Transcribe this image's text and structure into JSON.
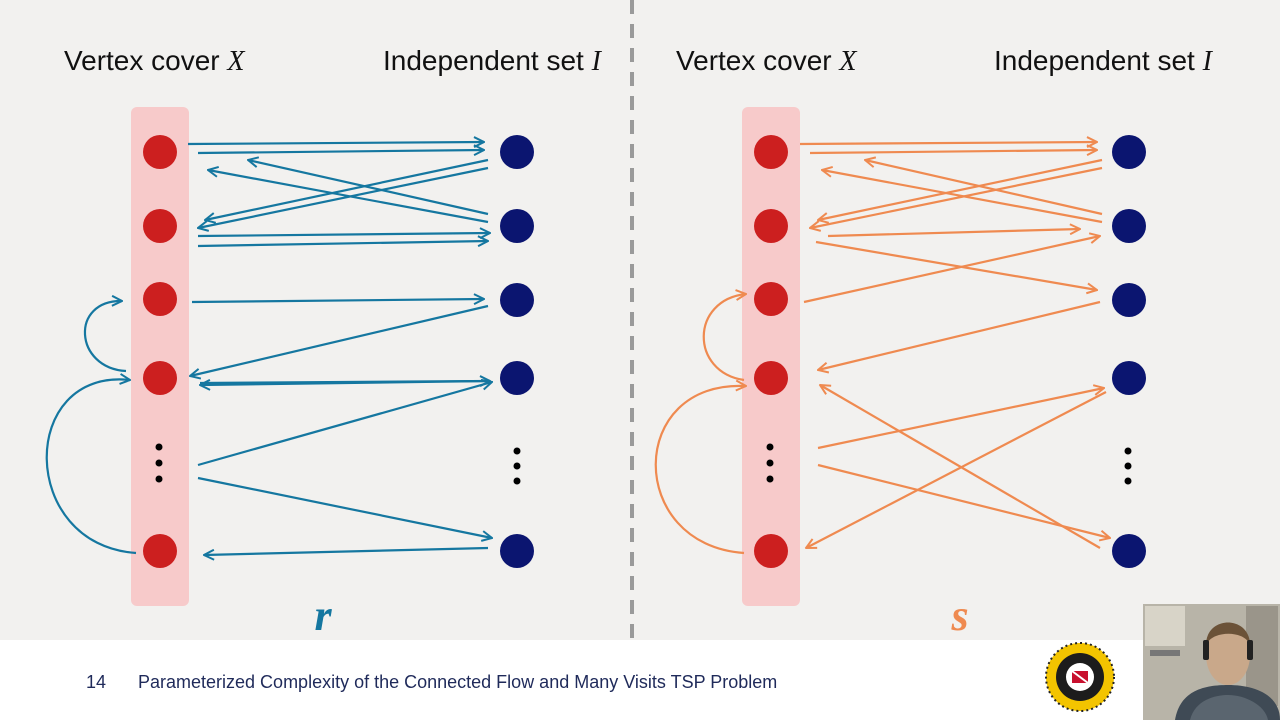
{
  "panels": [
    {
      "vc_text": "Vertex cover ",
      "vc_var": "X",
      "is_text": "Independent set ",
      "is_var": "I",
      "tour": "r",
      "color": "#1577a0"
    },
    {
      "vc_text": "Vertex cover ",
      "vc_var": "X",
      "is_text": "Independent set ",
      "is_var": "I",
      "tour": "s",
      "color": "#ef8a50"
    }
  ],
  "colors": {
    "vertex_cover_node": "#cc1f1f",
    "independent_node": "#0b1570",
    "highlight": "#f7caca",
    "background": "#f2f1ef"
  },
  "footer": {
    "page_number": "14",
    "title": "Parameterized Complexity of the Connected Flow and Many Visits TSP Problem"
  },
  "icons": [
    "university-seal-icon",
    "presenter-webcam"
  ]
}
